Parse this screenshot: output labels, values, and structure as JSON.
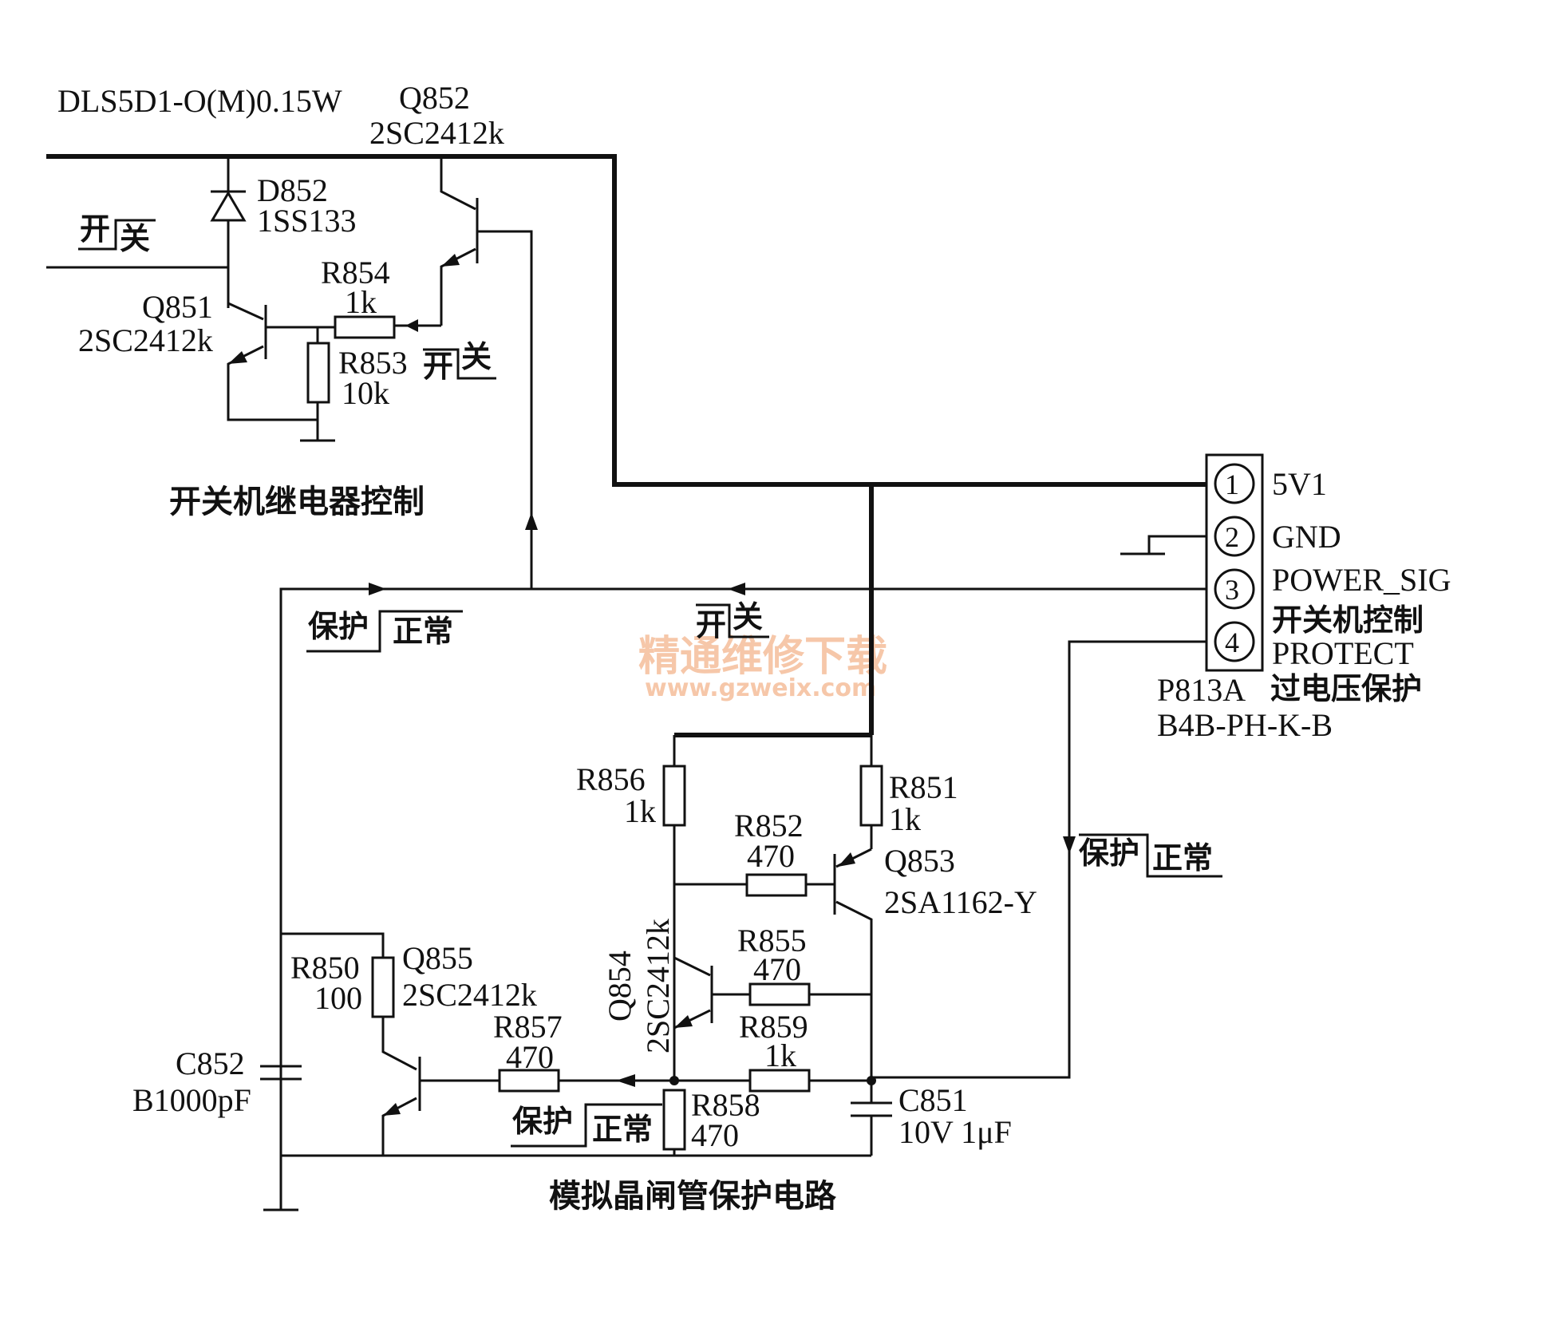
{
  "titles": {
    "top_note": "DLS5D1-O(M)0.15W",
    "relay_section": "开关机继电器控制",
    "thyristor_section": "模拟晶闸管保护电路"
  },
  "components": {
    "Q852": {
      "ref": "Q852",
      "part": "2SC2412k"
    },
    "D852": {
      "ref": "D852",
      "part": "1SS133"
    },
    "Q851": {
      "ref": "Q851",
      "part": "2SC2412k"
    },
    "R854": {
      "ref": "R854",
      "value": "1k"
    },
    "R853": {
      "ref": "R853",
      "value": "10k"
    },
    "R856": {
      "ref": "R856",
      "value": "1k"
    },
    "R851": {
      "ref": "R851",
      "value": "1k"
    },
    "R852": {
      "ref": "R852",
      "value": "470"
    },
    "Q853": {
      "ref": "Q853",
      "part": "2SA1162-Y"
    },
    "R855": {
      "ref": "R855",
      "value": "470"
    },
    "Q854": {
      "ref": "Q854",
      "part": "2SC2412k"
    },
    "R859": {
      "ref": "R859",
      "value": "1k"
    },
    "R850": {
      "ref": "R850",
      "value": "100"
    },
    "Q855": {
      "ref": "Q855",
      "part": "2SC2412k"
    },
    "R857": {
      "ref": "R857",
      "value": "470"
    },
    "C852": {
      "ref": "C852",
      "value": "B1000pF"
    },
    "R858": {
      "ref": "R858",
      "value": "470"
    },
    "C851": {
      "ref": "C851",
      "value": "10V 1μF"
    }
  },
  "connector": {
    "ref": "P813A",
    "function": "过电压保护",
    "part": "B4B-PH-K-B",
    "pins": [
      {
        "num": "1",
        "name": "5V1"
      },
      {
        "num": "2",
        "name": "GND"
      },
      {
        "num": "3",
        "name": "POWER_SIG",
        "note": "开关机控制"
      },
      {
        "num": "4",
        "name": "PROTECT"
      }
    ]
  },
  "signals": {
    "kai": "开",
    "guan": "关",
    "baohu": "保护",
    "zhengchang": "正常"
  },
  "watermark": {
    "cn": "精通维修下载",
    "url": "www.gzweix.com"
  }
}
